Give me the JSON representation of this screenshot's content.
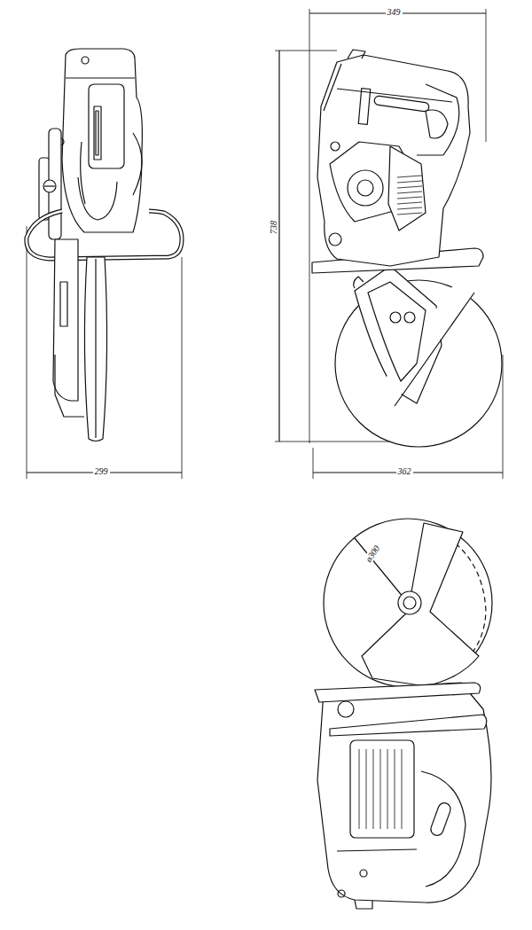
{
  "diagram": {
    "labels": [
      "349",
      "738",
      "299",
      "362",
      "ø300"
    ]
  }
}
